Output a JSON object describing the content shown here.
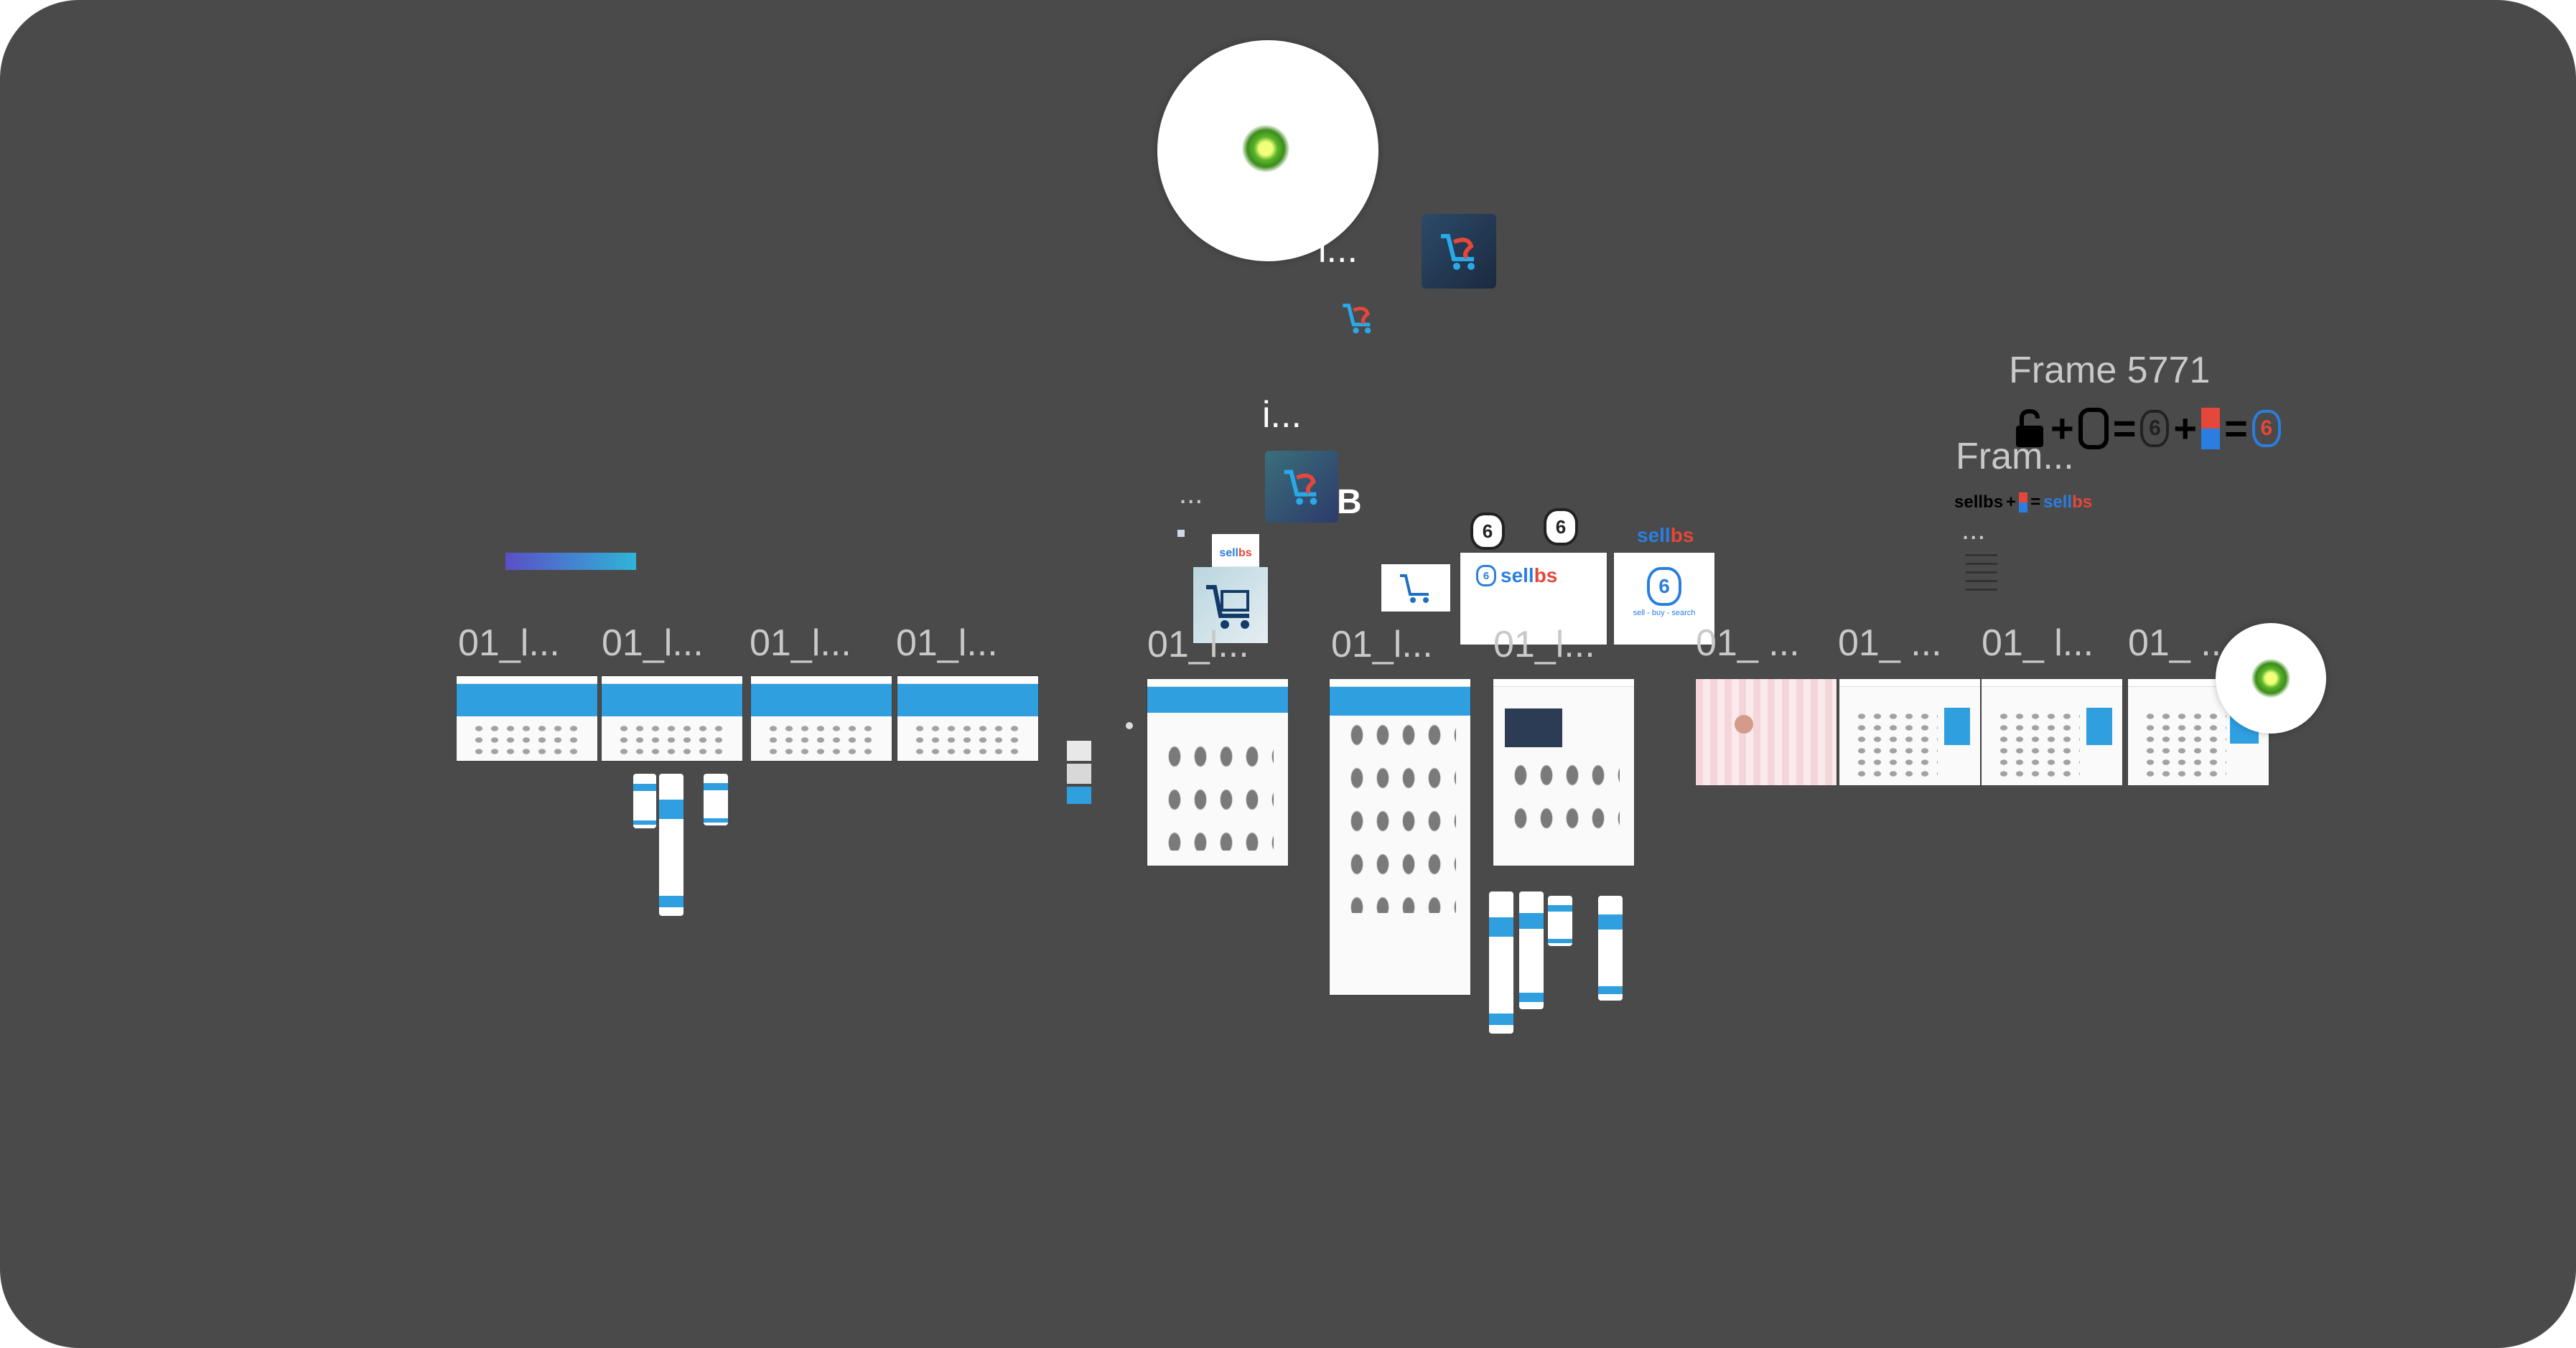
{
  "canvas": {
    "background": "#4a4a4a"
  },
  "labels": {
    "frame_5771": "Frame 5771",
    "fram_short": "Fram...",
    "i_top": "i...",
    "i_mid": "i...",
    "dots_left": "...",
    "dots_right": "...",
    "b_glyph": "B"
  },
  "row1": [
    "01_l...",
    "01_l...",
    "01_l...",
    "01_l..."
  ],
  "row2": [
    "01_l...",
    "01_l...",
    "01_l..."
  ],
  "row3": [
    "01_ ...",
    "01_ ...",
    "01_ l...",
    "01_ ..."
  ],
  "brand": {
    "name_a": "sell",
    "name_b": "bs",
    "tagline": "sell - buy - search",
    "six": "6"
  },
  "equation": {
    "plus": "+",
    "equals": "=",
    "six": "6"
  },
  "colors": {
    "accent": "#2f9fe0",
    "brand_blue": "#2a7ee0",
    "brand_red": "#e5473a",
    "lime": "#5ab52a"
  }
}
